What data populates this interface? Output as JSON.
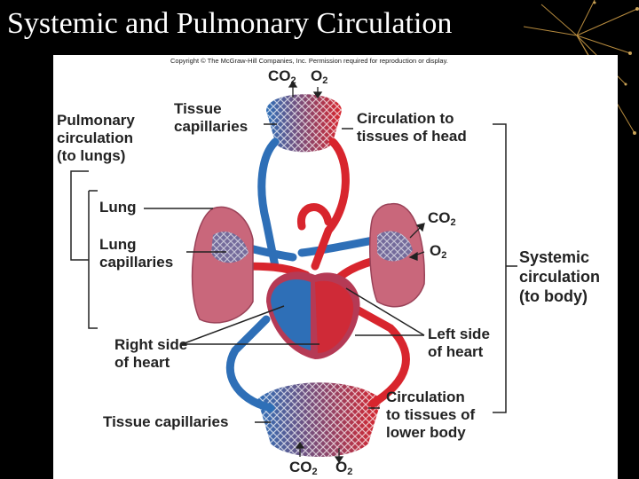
{
  "slide_title": "Systemic and Pulmonary Circulation",
  "copyright": "Copyright © The McGraw-Hill Companies, Inc. Permission required for reproduction or display.",
  "colors": {
    "oxygenated": "#d8252d",
    "deoxygenated": "#2e6fb7",
    "lung": "#c9677b",
    "heart": "#b53a55",
    "panel": "#ffffff"
  },
  "labels": {
    "pulmonary_circulation": [
      "Pulmonary",
      "circulation",
      "(to lungs)"
    ],
    "tissue_capillaries_top": [
      "Tissue",
      "capillaries"
    ],
    "circulation_head": [
      "Circulation to",
      "tissues of head"
    ],
    "lung": "Lung",
    "lung_capillaries": [
      "Lung",
      "capillaries"
    ],
    "systemic_circulation": [
      "Systemic",
      "circulation",
      "(to body)"
    ],
    "right_side_heart": [
      "Right side",
      "of heart"
    ],
    "left_side_heart": [
      "Left side",
      "of heart"
    ],
    "tissue_capillaries_bottom": "Tissue capillaries",
    "circulation_lower_body": [
      "Circulation",
      "to tissues of",
      "lower body"
    ]
  },
  "gases": {
    "top_co2": {
      "base": "CO",
      "sub": "2"
    },
    "top_o2": {
      "base": "O",
      "sub": "2"
    },
    "lung_co2": {
      "base": "CO",
      "sub": "2"
    },
    "lung_o2": {
      "base": "O",
      "sub": "2"
    },
    "bottom_co2": {
      "base": "CO",
      "sub": "2"
    },
    "bottom_o2": {
      "base": "O",
      "sub": "2"
    }
  }
}
